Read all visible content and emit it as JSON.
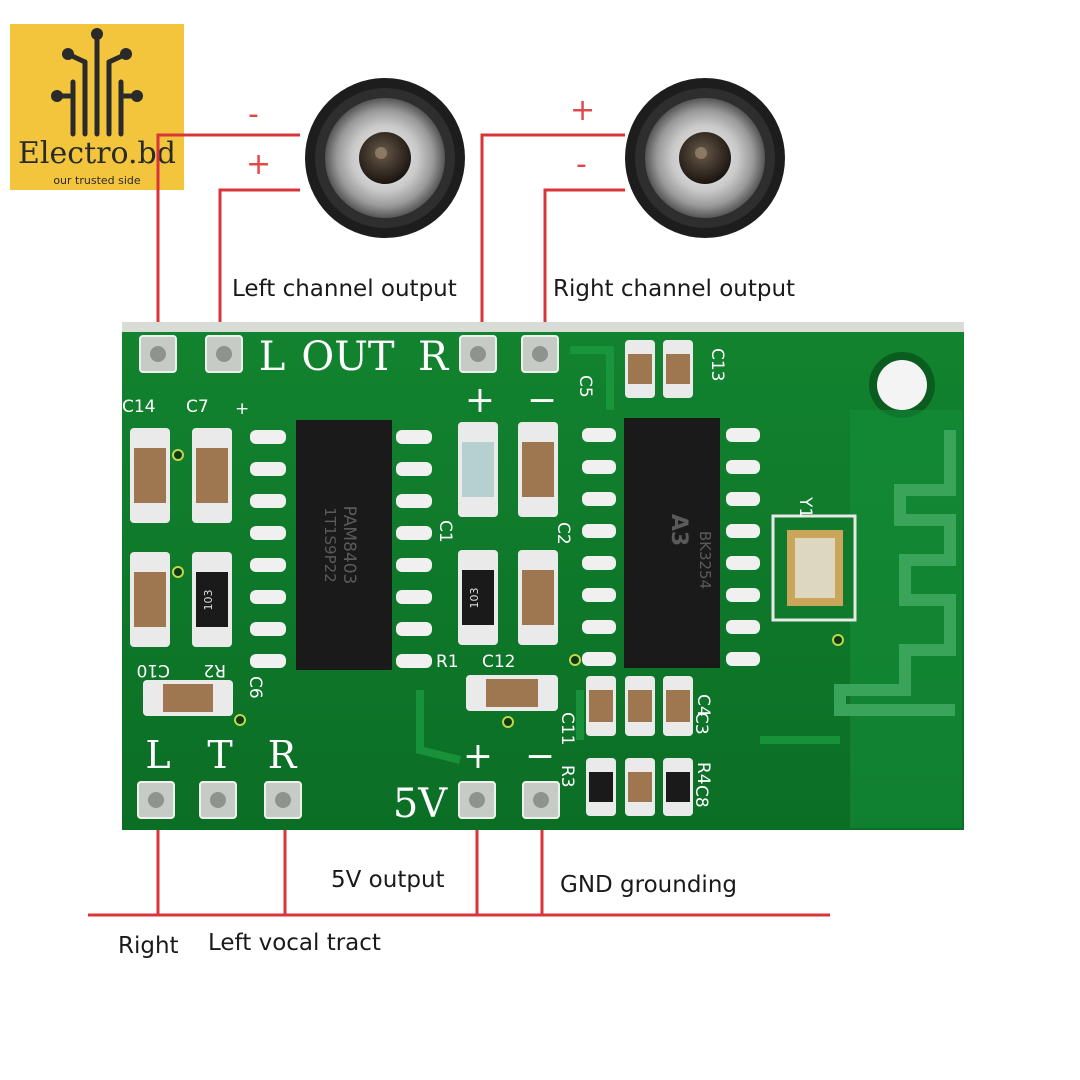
{
  "logo": {
    "name": "Electro.bd",
    "tagline": "our trusted side"
  },
  "speakers": {
    "left": {
      "top_sign": "-",
      "bottom_sign": "+"
    },
    "right": {
      "top_sign": "+",
      "bottom_sign": "-"
    }
  },
  "labels": {
    "left_channel_output": "Left channel output",
    "right_channel_output": "Right channel output",
    "five_v_output": "5V output",
    "gnd_grounding": "GND grounding",
    "right": "Right",
    "left_vocal_tract": "Left vocal tract"
  },
  "board": {
    "out_header": {
      "l": "L",
      "out": "OUT",
      "r": "R"
    },
    "out_polarity": {
      "plus": "+",
      "minus": "−"
    },
    "in_header": {
      "l": "L",
      "t": "T",
      "r": "R"
    },
    "power": {
      "five_v": "5V",
      "plus": "+",
      "minus": "−"
    },
    "refs": {
      "c14": "C14",
      "c7": "C7",
      "c7_plus": "+",
      "c5": "C5",
      "c13": "C13",
      "c1": "C1",
      "c2": "C2",
      "c10": "C10",
      "r2": "R2",
      "c6": "C6",
      "r1": "R1",
      "c12": "C12",
      "c11": "C11",
      "r3": "R3",
      "c4": "C4",
      "c3": "C3",
      "r4": "R4",
      "c8": "C8",
      "y1": "Y1",
      "res_103": "103"
    },
    "chip_left": {
      "line1": "PAM8403",
      "line2": "1T1S9P22"
    },
    "chip_right": {
      "line1": "A3",
      "line2": "BK3254"
    }
  },
  "colors": {
    "wire": "#d8343a",
    "pcb": "#0f7a2c",
    "logo_bg": "#f2c53d"
  }
}
